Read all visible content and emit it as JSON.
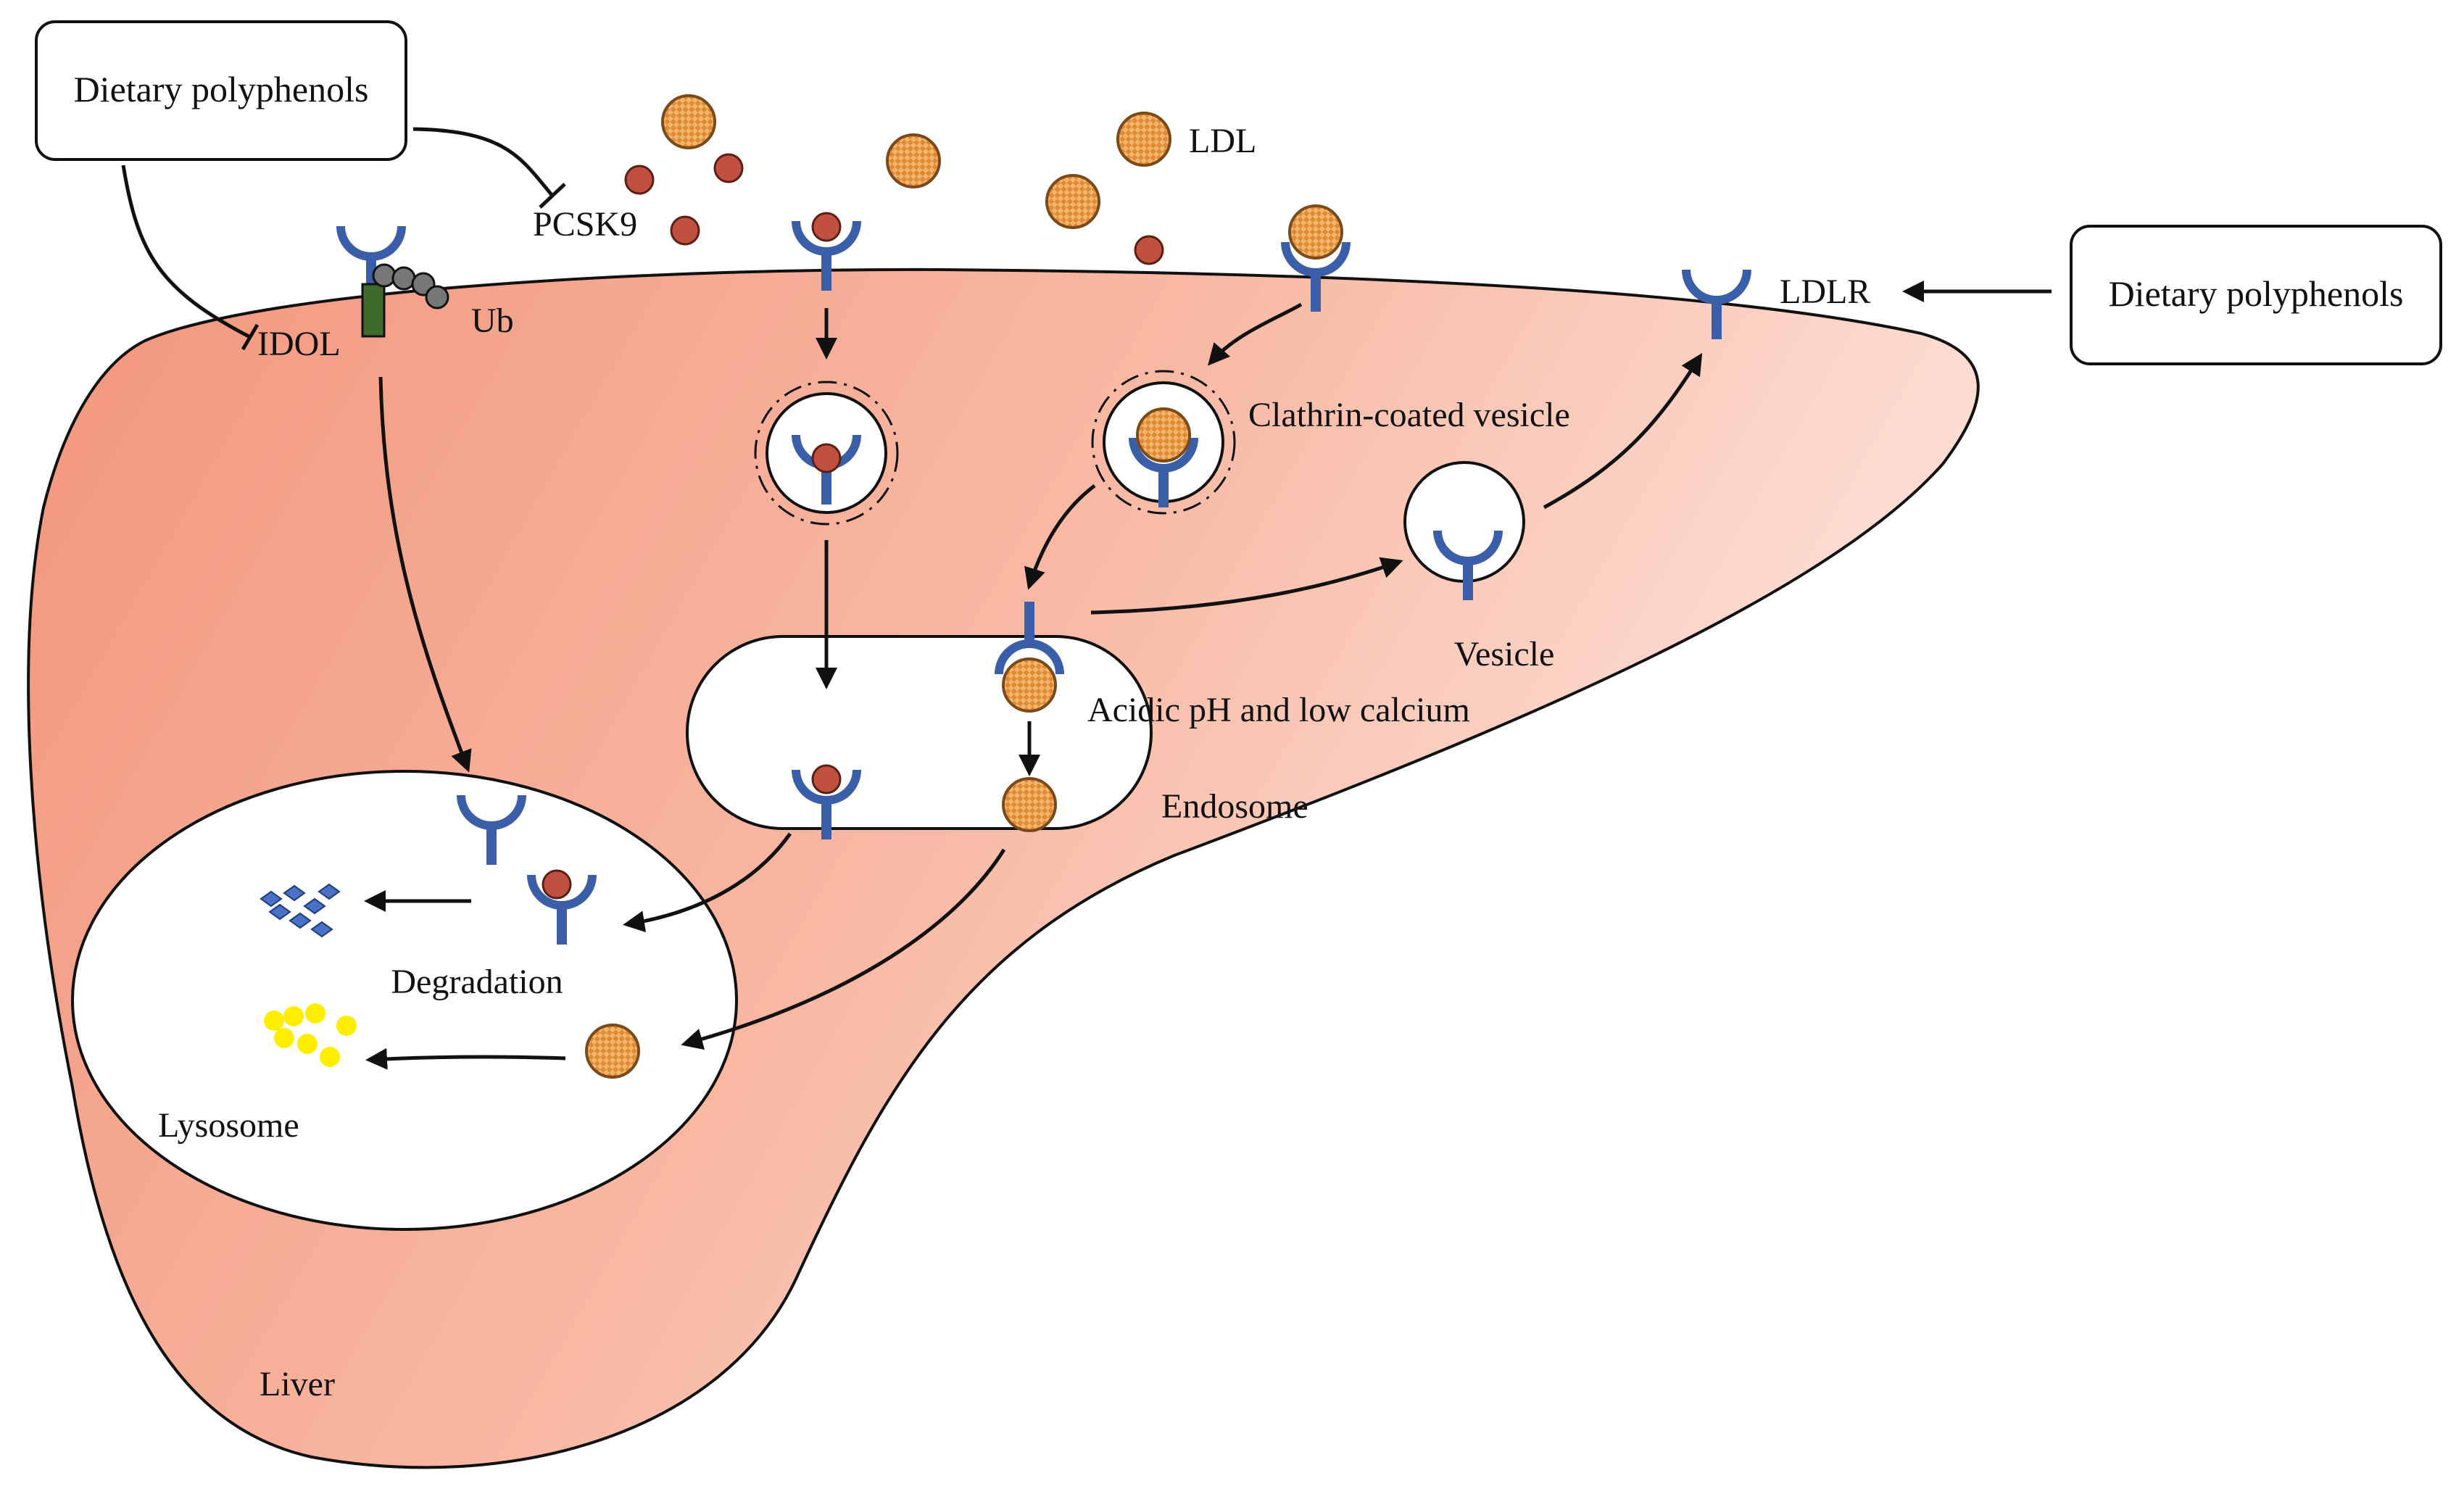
{
  "labels": {
    "dietary_left": "Dietary polyphenols",
    "dietary_right": "Dietary polyphenols",
    "pcsk9": "PCSK9",
    "ldl": "LDL",
    "ldlr": "LDLR",
    "idol": "IDOL",
    "ub": "Ub",
    "clathrin": "Clathrin-coated vesicle",
    "vesicle": "Vesicle",
    "acidic": "Acidic pH and low calcium",
    "endosome": "Endosome",
    "degradation": "Degradation",
    "lysosome": "Lysosome",
    "liver": "Liver"
  },
  "colors": {
    "liver_fill_start": "#f2967c",
    "liver_fill_end": "#fde4dc",
    "receptor": "#3a5fa8",
    "pcsk9": "#c0503f",
    "ldl": "#d9822b",
    "ub_chain": "#777777",
    "idol": "#3f6b2a",
    "amino_acids": "#ffee00",
    "fragments": "#4a72c4"
  },
  "icons": {
    "receptor": "ldlr-y-receptor-icon",
    "ldl_particle": "ldl-particle-icon",
    "pcsk9_particle": "pcsk9-dot-icon",
    "ubiquitin": "ubiquitin-chain-icon"
  }
}
